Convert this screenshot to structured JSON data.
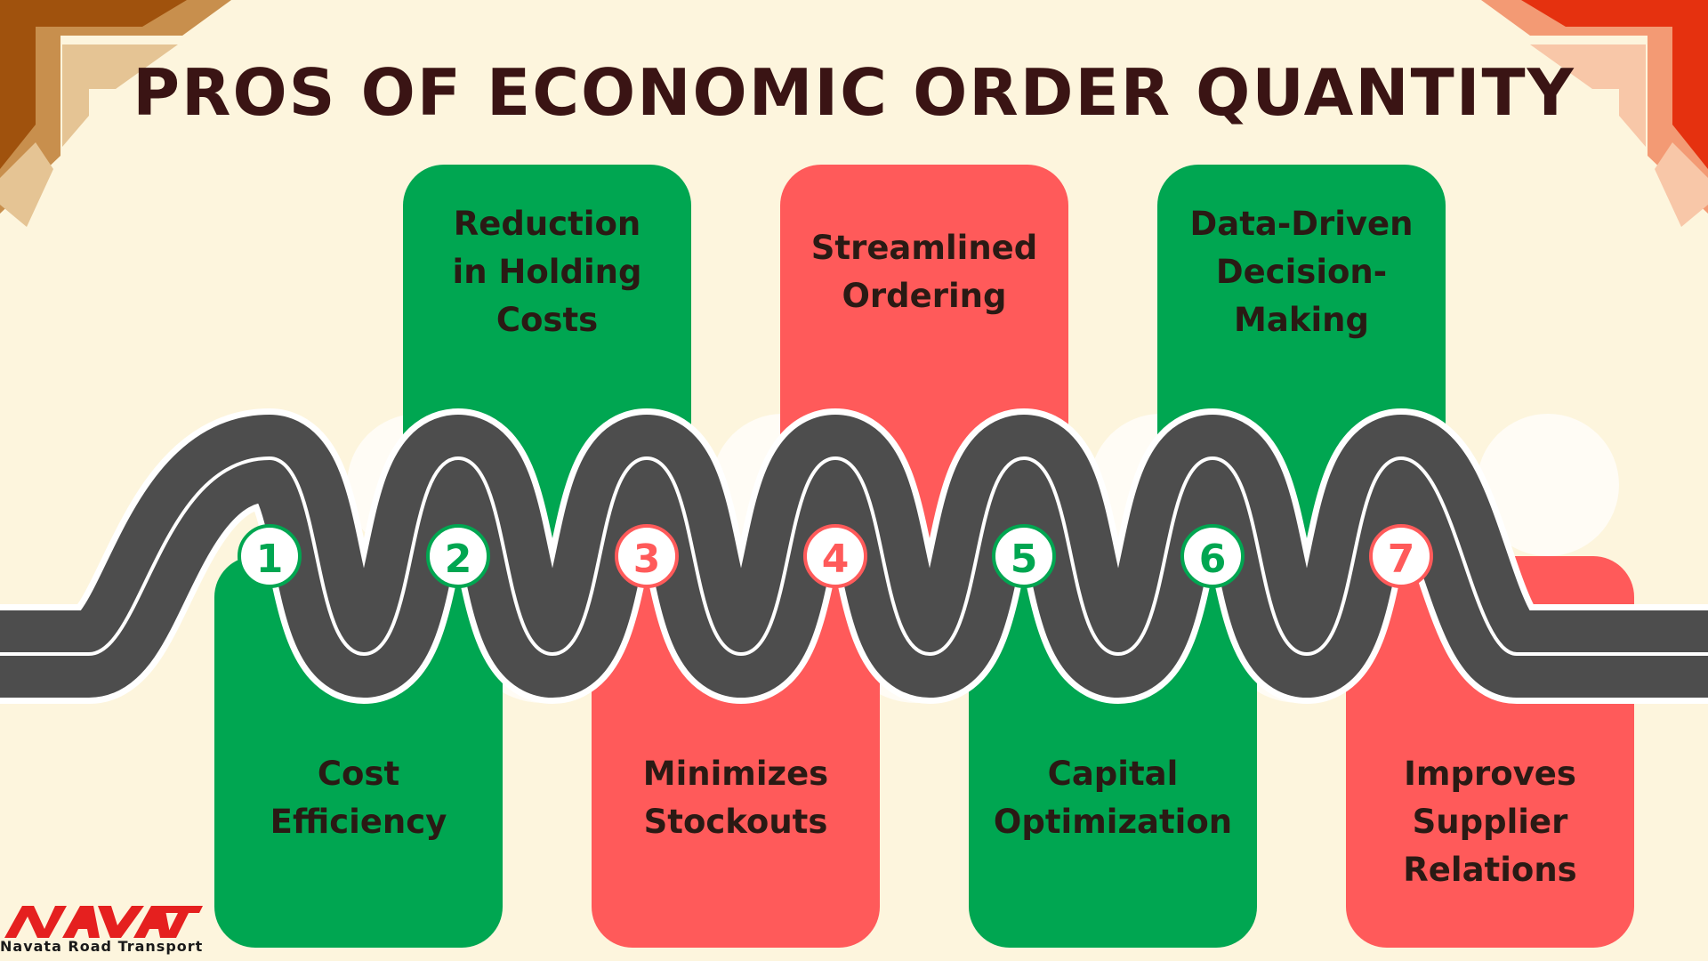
{
  "title": "PROS OF ECONOMIC ORDER QUANTITY",
  "colors": {
    "background": "#fdf5dd",
    "green": "#00a651",
    "red": "#ff5a5a",
    "road": "#4d4d4d",
    "title": "#3a1414",
    "corner_brown": "#a0520d",
    "corner_red": "#e5310f"
  },
  "steps": [
    {
      "number": "1",
      "lines": [
        "Cost",
        "Efficiency"
      ],
      "color": "green"
    },
    {
      "number": "2",
      "lines": [
        "Reduction",
        "in Holding",
        "Costs"
      ],
      "color": "green"
    },
    {
      "number": "3",
      "lines": [
        "Minimizes",
        "Stockouts"
      ],
      "color": "red"
    },
    {
      "number": "4",
      "lines": [
        "Streamlined",
        "Ordering"
      ],
      "color": "red"
    },
    {
      "number": "5",
      "lines": [
        "Capital",
        "Optimization"
      ],
      "color": "green"
    },
    {
      "number": "6",
      "lines": [
        "Data-Driven",
        "Decision-",
        "Making"
      ],
      "color": "green"
    },
    {
      "number": "7",
      "lines": [
        "Improves",
        "Supplier",
        "Relations"
      ],
      "color": "red"
    }
  ],
  "logo": {
    "mark": "NAVATA",
    "caption": "Navata Road Transport"
  }
}
